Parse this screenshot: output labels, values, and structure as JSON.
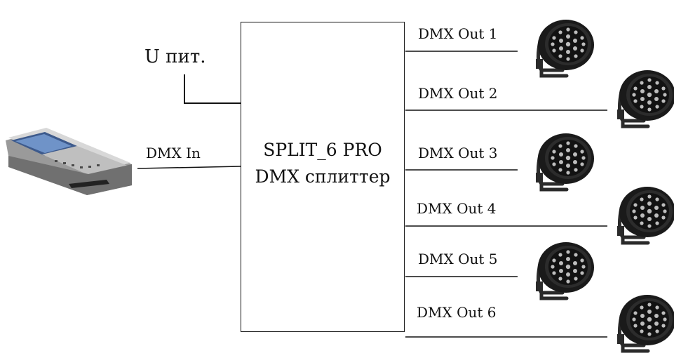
{
  "power_label": "U пит.",
  "input_label": "DMX In",
  "splitter": {
    "line1": "SPLIT_6 PRO",
    "line2": "DMX сплиттер"
  },
  "outputs": [
    {
      "label": "DMX Out 1"
    },
    {
      "label": "DMX Out 2"
    },
    {
      "label": "DMX Out 3"
    },
    {
      "label": "DMX Out 4"
    },
    {
      "label": "DMX Out 5"
    },
    {
      "label": "DMX Out 6"
    }
  ],
  "icons": {
    "console": "lighting-console-icon",
    "fixture": "led-par-light-icon"
  },
  "colors": {
    "line": "#111111",
    "fixture_body": "#1a1a1a"
  }
}
